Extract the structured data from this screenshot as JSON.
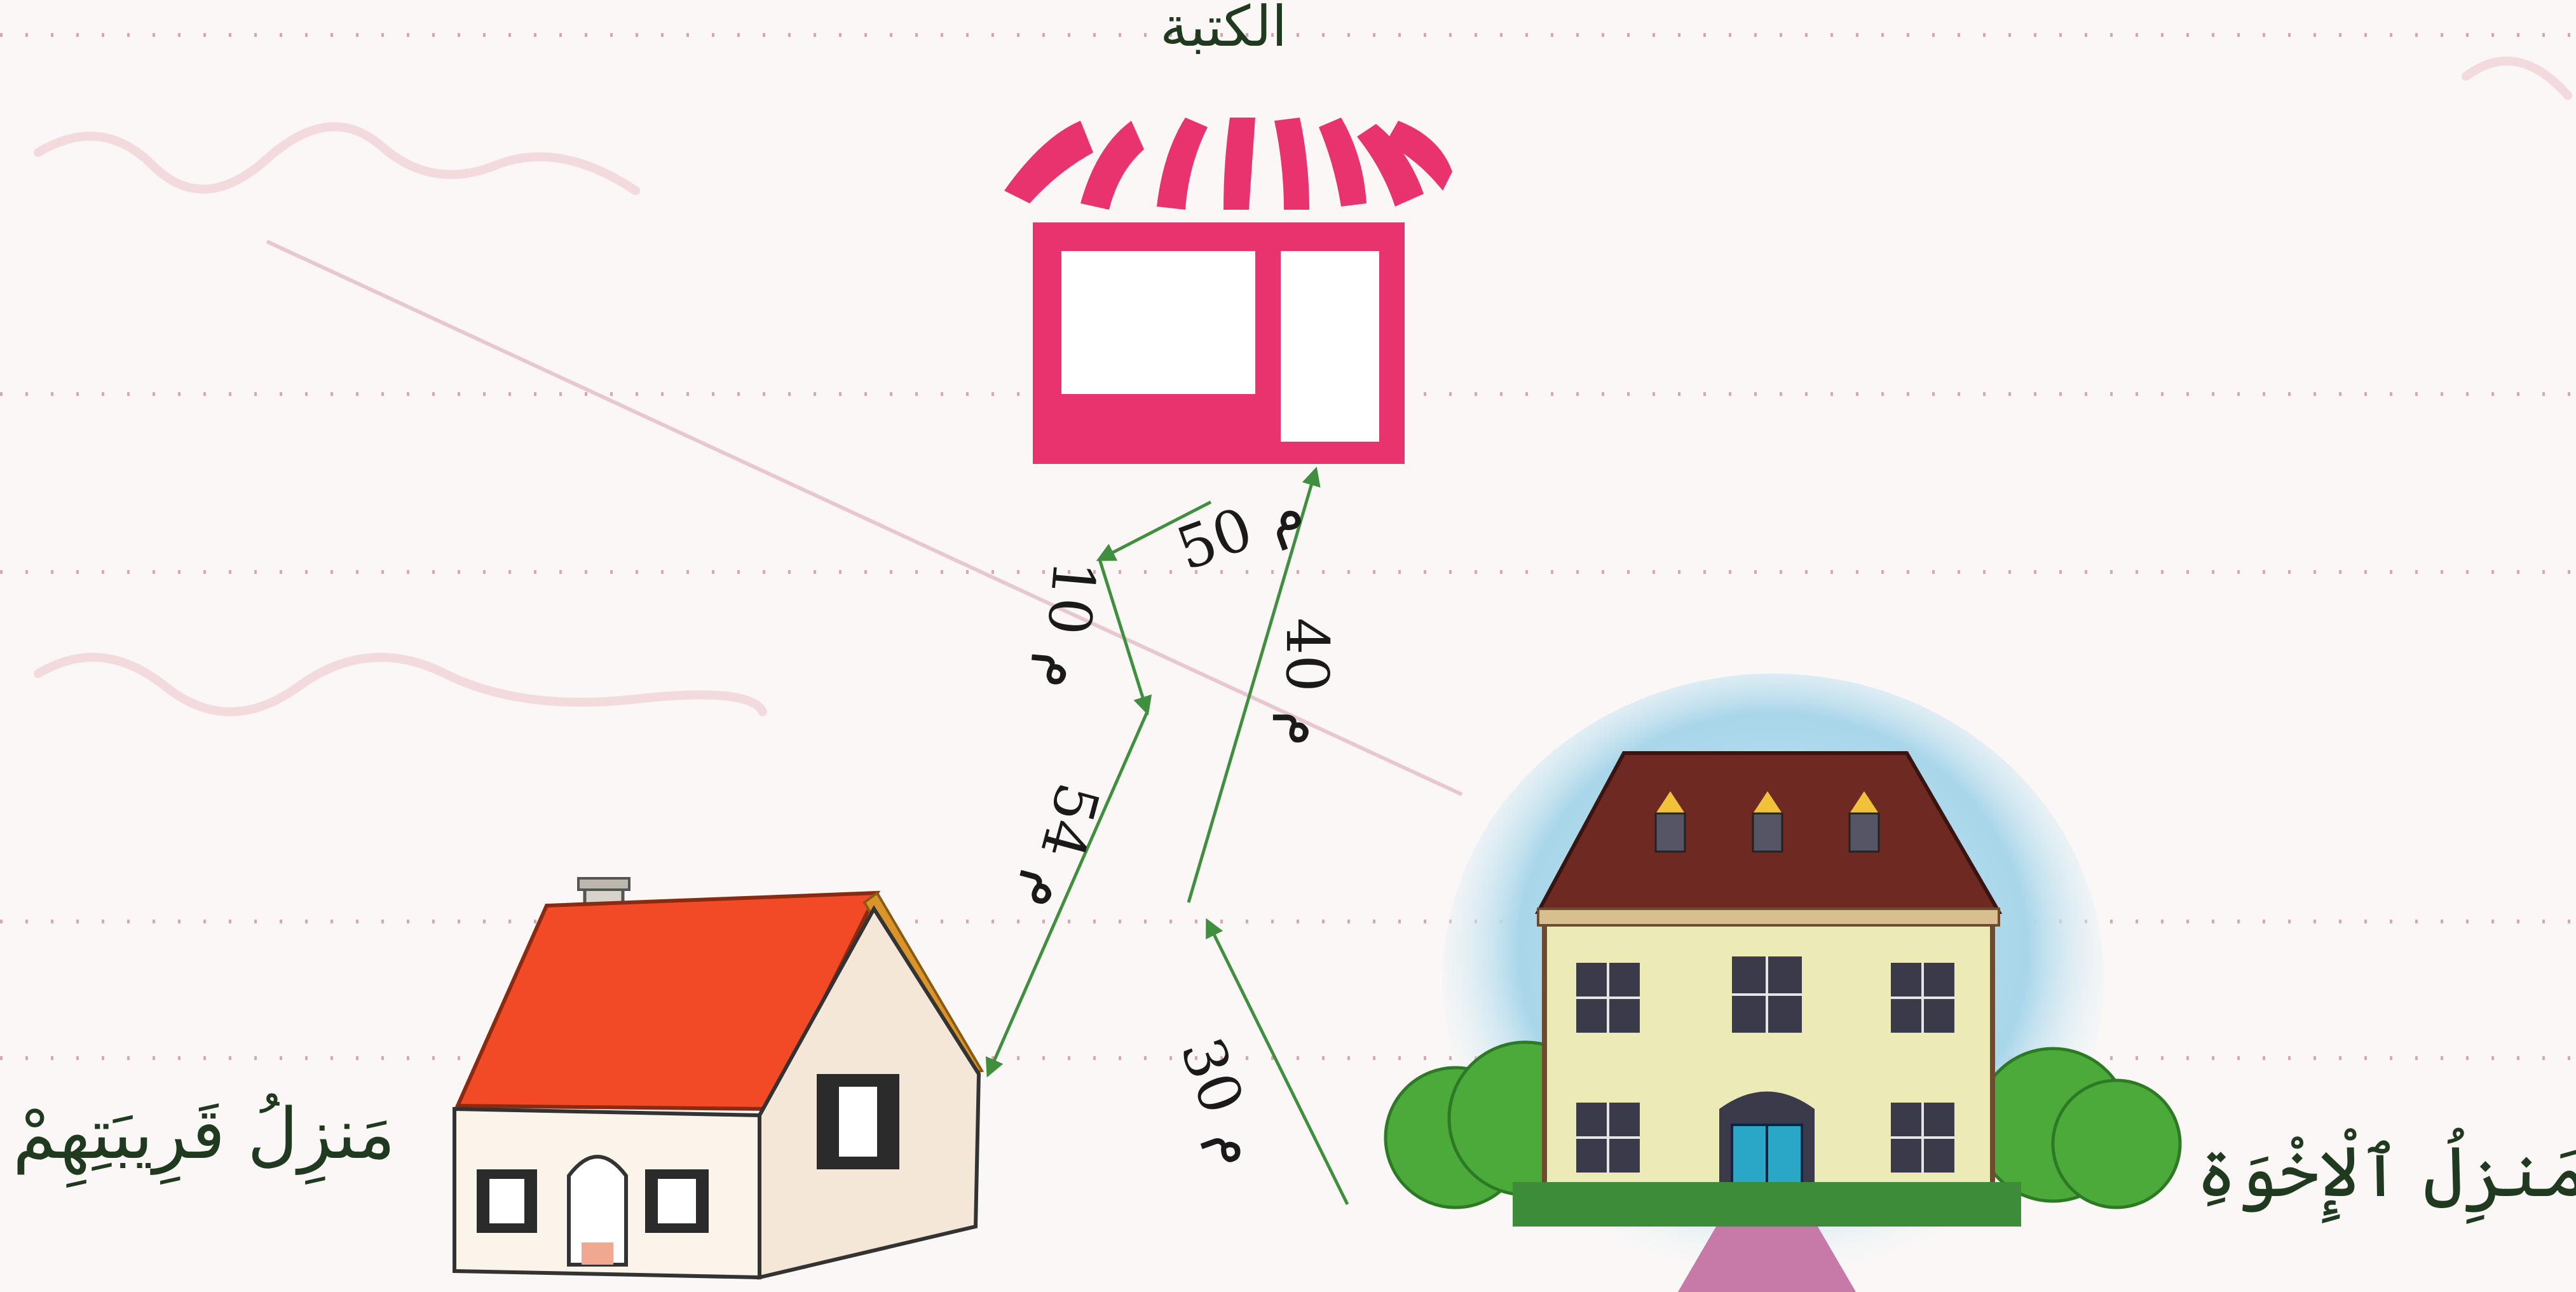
{
  "places": {
    "library": "الكتبة",
    "relatives_house": "مَنزِلُ قَرِيبَتِهِمْ",
    "brothers_house": "مَنزِلُ ٱلْإِخْوَةِ"
  },
  "distances": {
    "store_to_turn": "50 م",
    "turn_segment": "10 م",
    "turn_to_relatives": "54 م",
    "middle_to_store": "40 م",
    "brothers_to_middle": "30 م"
  },
  "colors": {
    "store": "#e8336f",
    "roof_red": "#f24a26",
    "arrow": "#3f8f3f",
    "grid_dots": "#d9a7b0"
  }
}
